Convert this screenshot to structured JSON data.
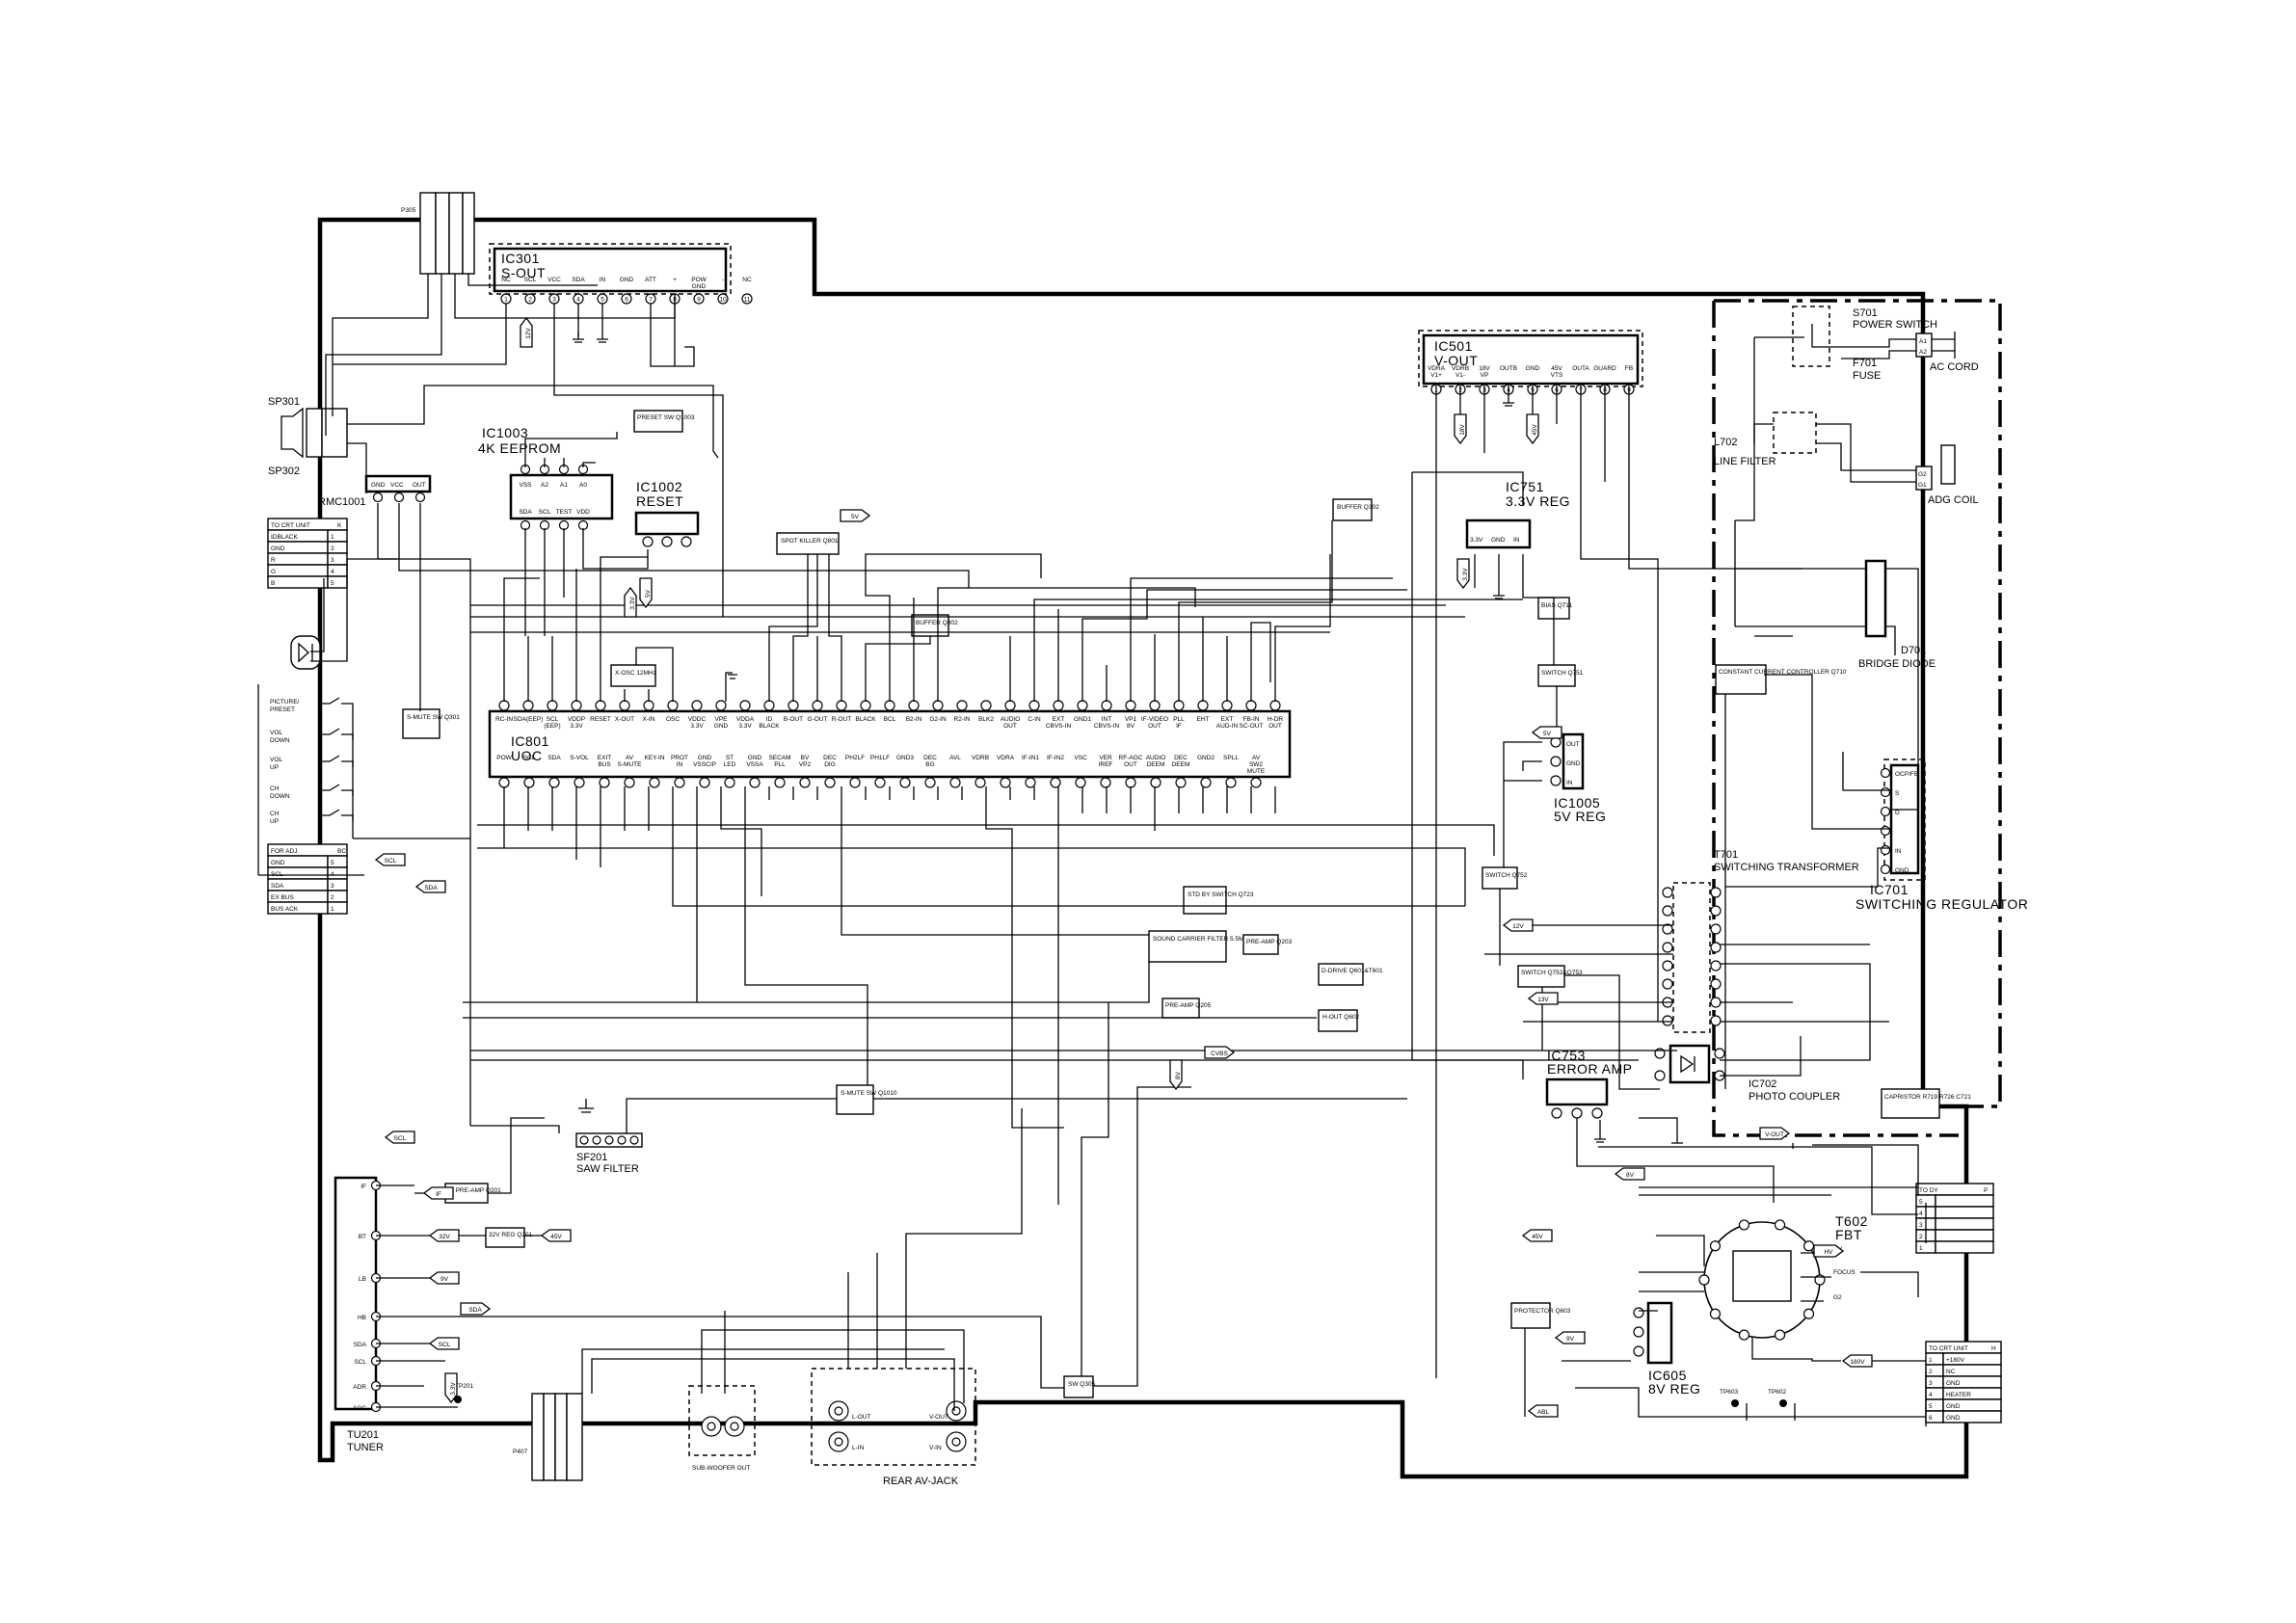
{
  "ic": {
    "ic301": {
      "name": "IC301",
      "func": "S-OUT",
      "pins": [
        "NC",
        "SCL",
        "VCC",
        "SDA",
        "IN",
        "GND",
        "ATT",
        "+",
        "POW GND",
        "-",
        "NC"
      ]
    },
    "ic501": {
      "name": "IC501",
      "func": "V-OUT",
      "pins": [
        "VDRA V1+",
        "VDRB V1-",
        "18V VP",
        "OUTB",
        "GND",
        "45V VTS",
        "OUTA",
        "GUARD",
        "FB"
      ]
    },
    "ic1003": {
      "name": "IC1003",
      "func": "4K EEPROM",
      "pins_top": [
        "VSS",
        "A2",
        "A1",
        "A0"
      ],
      "pins_bottom": [
        "SDA",
        "SCL",
        "TEST",
        "VDD"
      ]
    },
    "ic1002": {
      "name": "IC1002",
      "func": "RESET"
    },
    "ic751": {
      "name": "IC751",
      "func": "3.3V REG",
      "pins": [
        "3.3V",
        "GND",
        "IN"
      ]
    },
    "ic801": {
      "name": "IC801",
      "func": "UOC",
      "pins_top": [
        "RC-IN",
        "SDA(EEP)",
        "SCL (EEP)",
        "VDDP 3.3V",
        "RESET",
        "X-OUT",
        "X-IN",
        "OSC",
        "VDDC 3.3V",
        "VPE GND",
        "VDDA 3.3V",
        "ID BLACK",
        "B-OUT",
        "G-OUT",
        "R-OUT",
        "BLACK",
        "BCL",
        "B2-IN",
        "G2-IN",
        "R2-IN",
        "BLK2",
        "AUDIO OUT",
        "C-IN",
        "EXT CBVS-IN",
        "GND1",
        "INT CBVS-IN",
        "VP1 8V",
        "IF-VIDEO OUT",
        "PLL IF",
        "EHT",
        "EXT AUD-IN",
        "FB-IN SC-OUT",
        "H-DR OUT"
      ],
      "pins_bottom": [
        "POW",
        "SCL",
        "SDA",
        "S-VOL",
        "EXIT BUS",
        "AV S-MUTE",
        "KEY-IN",
        "PROT IN",
        "GND VSSC/P",
        "ST LED",
        "GND VSSA",
        "SECAM PLL",
        "BV VP2",
        "DEC DIG",
        "PH2LF",
        "PH1LF",
        "GND3",
        "DEC BG",
        "AVL",
        "VDRB",
        "VDRA",
        "IF-IN1",
        "IF-IN2",
        "VSC",
        "VER IREF",
        "RF-AGC OUT",
        "AUDIO DEEM",
        "DEC DEEM",
        "GND2",
        "SPLL",
        "AV SW2 MUTE"
      ]
    },
    "ic1005": {
      "name": "IC1005",
      "func": "5V REG",
      "pins": [
        "OUT",
        "GND",
        "IN"
      ]
    },
    "ic753": {
      "name": "IC753",
      "func": "ERROR AMP"
    },
    "ic605": {
      "name": "IC605",
      "func": "8V REG"
    },
    "ic701": {
      "name": "IC701",
      "func": "SWITCHING REGULATOR",
      "pins": [
        "OCP/FB",
        "S",
        "D",
        "",
        "IN",
        "GND"
      ]
    },
    "ic702": {
      "name": "IC702",
      "func": "PHOTO COUPLER"
    }
  },
  "transistors": {
    "preset_sw": "PRESET SW Q1003",
    "spot_killer": "SPOT KILLER Q801",
    "buffer_q802": "BUFFER Q802",
    "buffer_q302": "BUFFER Q302",
    "s_mute_q301": "S-MUTE SW Q301",
    "std_by_switch": "STD BY SWITCH Q723",
    "sound_carrier_filter": "SOUND CARRIER FILTER 5.5MHZ",
    "pre_amp_q203": "PRE-AMP Q203",
    "pre_amp_q205": "PRE-AMP Q205",
    "d_drive": "D-DRIVE Q601&T601",
    "h_out": "H-OUT Q602",
    "s_mute_q1010": "S-MUTE SW Q1010",
    "sw_q305": "SW Q305",
    "bias_q711": "BIAS Q711",
    "switch_q751": "SWITCH Q751",
    "switch_q752": "SWITCH Q752",
    "switch_q752_753": "SWITCH Q752&Q753",
    "if_pre_amp": "IF PRE-AMP Q201",
    "reg_32v": "32V REG Q201",
    "protector": "PROTECTOR Q603",
    "constant_current": "CONSTANT CURRENT CONTROLLER Q710",
    "x_osc": "X-OSC 12MHz"
  },
  "parts": {
    "sp301": "SP301",
    "sp302": "SP302",
    "p305": "P305",
    "rmc1001": "RMC1001",
    "rmc_pins": [
      "GND",
      "VCC",
      "OUT"
    ],
    "sf201": "SF201",
    "saw_filter": "SAW FILTER",
    "tu201": "TU201",
    "tuner": "TUNER",
    "tuner_pins": [
      "IF",
      "BT",
      "LB",
      "HB",
      "SDA",
      "SCL",
      "ADR",
      "AGC"
    ],
    "tp201": "TP201",
    "p407": "P407",
    "sub_woofer": "SUB-WOOFER OUT",
    "rear_av_jack": "REAR AV-JACK",
    "l_out": "L-OUT",
    "v_out_jack": "V-OUT",
    "l_in": "L-IN",
    "v_in": "V-IN",
    "s701": "S701",
    "power_switch": "POWER SWITCH",
    "f701": "F701",
    "fuse": "FUSE",
    "ac_cord": "AC CORD",
    "l702": "L702",
    "line_filter": "LINE FILTER",
    "adg_coil": "ADG COIL",
    "d701": "D701",
    "bridge_diode": "BRIDGE DIODE",
    "t701": "T701",
    "switching_transformer": "SWITCHING TRANSFORMER",
    "t602": "T602",
    "fbt": "FBT",
    "capristor": "CAPRISTOR R719 R726 C721",
    "tp603": "TP603",
    "tp602": "TP602",
    "focus": "FOCUS",
    "hv": "HV",
    "g2": "G2"
  },
  "connectors": {
    "crt_unit_k": {
      "title": "TO CRT UNIT",
      "code": "K",
      "rows": [
        [
          "IDBLACK",
          "1"
        ],
        [
          "GND",
          "2"
        ],
        [
          "R",
          "3"
        ],
        [
          "G",
          "4"
        ],
        [
          "B",
          "5"
        ]
      ]
    },
    "for_adj": {
      "title": "FOR ADJ",
      "code": "BC",
      "rows": [
        [
          "GND",
          "5"
        ],
        [
          "SCL",
          "4"
        ],
        [
          "SDA",
          "3"
        ],
        [
          "EX BUS",
          "2"
        ],
        [
          "BUS ACK",
          "1"
        ]
      ]
    },
    "to_dy": {
      "title": "TO DY",
      "code": "P",
      "rows": [
        [
          "5",
          ""
        ],
        [
          "4",
          ""
        ],
        [
          "3",
          ""
        ],
        [
          "2",
          ""
        ],
        [
          "1",
          ""
        ]
      ]
    },
    "crt_unit_h": {
      "title": "TO CRT UNIT",
      "code": "H",
      "rows": [
        [
          "1",
          "+180V"
        ],
        [
          "2",
          "NC"
        ],
        [
          "3",
          "GND"
        ],
        [
          "4",
          "HEATER"
        ],
        [
          "5",
          "GND"
        ],
        [
          "6",
          "GND"
        ]
      ]
    },
    "keys": [
      "PICTURE/ PRESET",
      "VOL DOWN",
      "VOL UP",
      "CH DOWN",
      "CH UP"
    ]
  },
  "signals": {
    "v12": "12V",
    "v33": "3.3V",
    "v5": "5V",
    "v8": "8V",
    "v9": "9V",
    "v18": "18V",
    "v45": "45V",
    "v13": "13V",
    "v32": "32V",
    "v180": "180V",
    "abl": "ABL",
    "cvbs": "CVBS",
    "if": "IF",
    "scl": "SCL",
    "sda": "SDA",
    "vout": "V-OUT",
    "hv": "HV"
  }
}
